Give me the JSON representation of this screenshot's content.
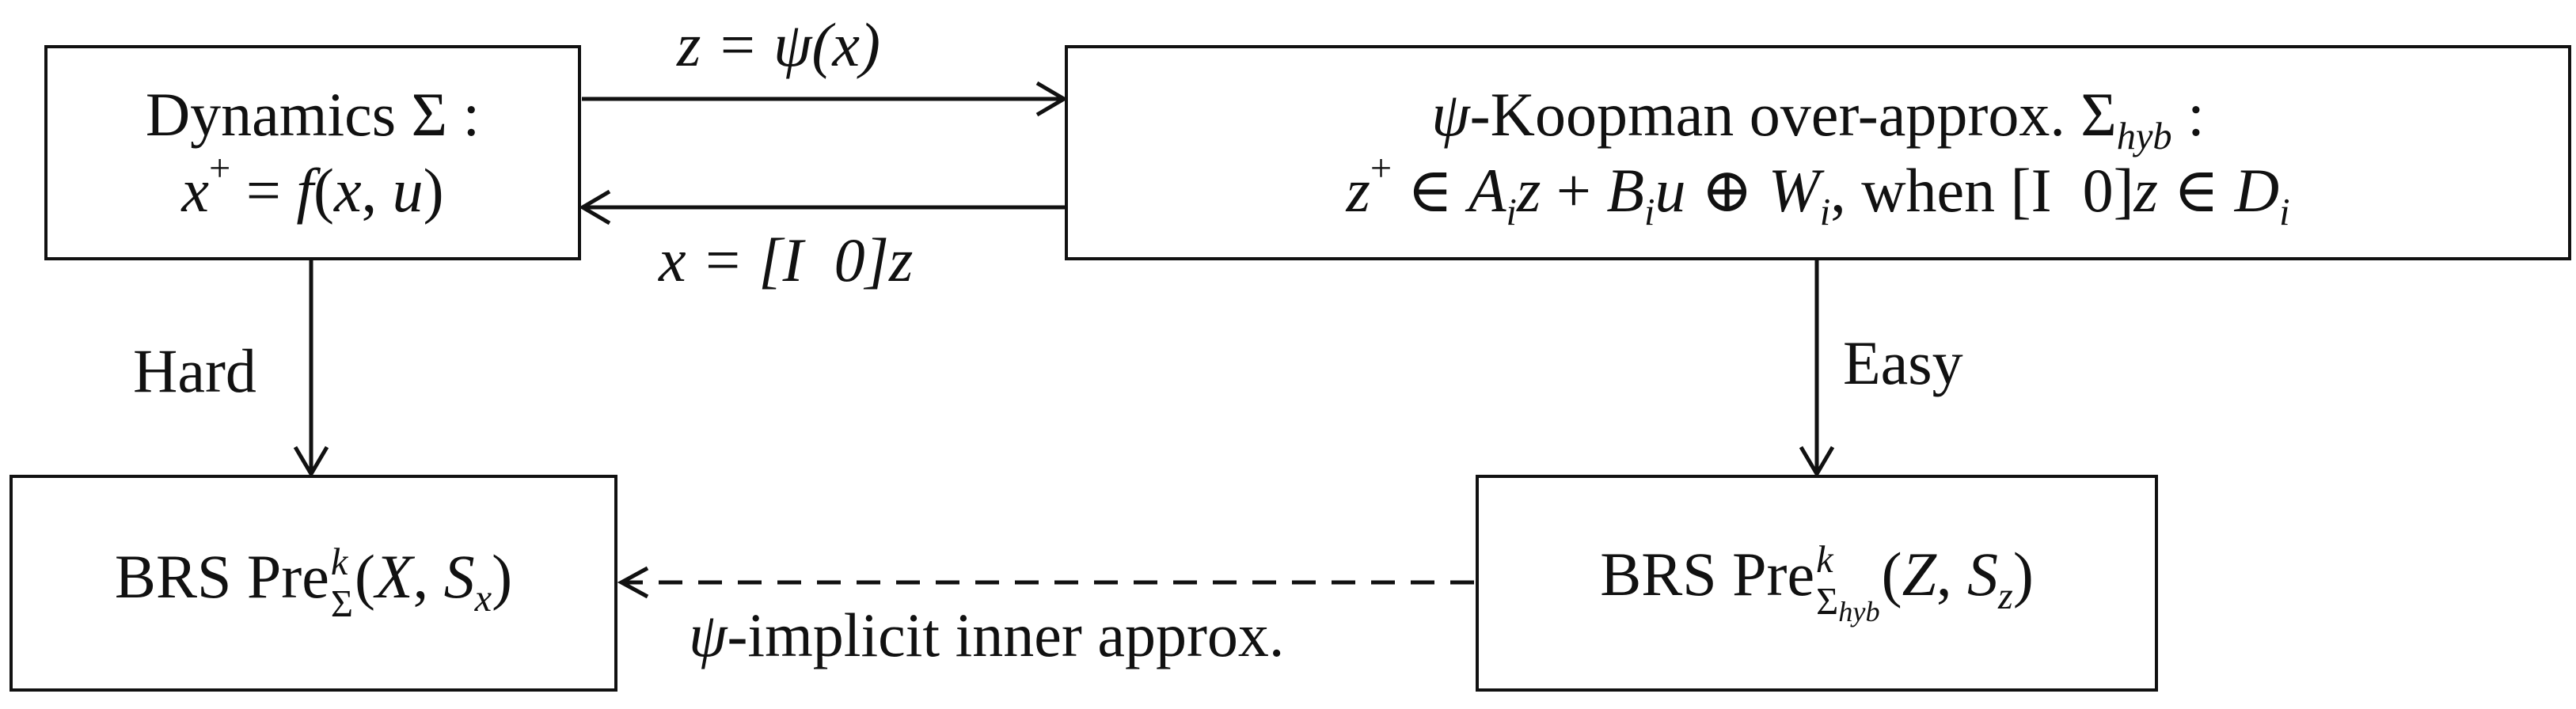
{
  "boxes": {
    "dynamics": {
      "line1": "Dynamics Σ :",
      "line2_parts": [
        "x",
        "+",
        " = ",
        "f",
        "(",
        "x",
        ", ",
        "u",
        ")"
      ]
    },
    "koopman": {
      "line1_prefix": "ψ",
      "line1_text": "-Koopman over-approx. ",
      "line1_sigma": "Σ",
      "line1_sub": "hyb",
      "line1_colon": " :",
      "line2_z": "z",
      "line2_sup": "+",
      "line2_in": " ∈ ",
      "line2_A": "A",
      "line2_i1": "i",
      "line2_z2": "z",
      "line2_plus": " + ",
      "line2_B": "B",
      "line2_i2": "i",
      "line2_u": "u",
      "line2_oplus": " ⊕ ",
      "line2_W": "W",
      "line2_i3": "i",
      "line2_when": ", when ",
      "line2_bracket": "[I  0]",
      "line2_z3": "z",
      "line2_in2": " ∈ ",
      "line2_D": "D",
      "line2_i4": "i"
    },
    "brs_left": {
      "prefix": "BRS Pre",
      "sup": "k",
      "sub": "Σ",
      "args_open": "(",
      "X": "X",
      "comma": ", ",
      "S": "S",
      "S_sub": "x",
      "args_close": ")"
    },
    "brs_right": {
      "prefix": "BRS Pre",
      "sup": "k",
      "sub": "Σ",
      "sub_sub": "hyb",
      "args_open": "(",
      "Z": "Z",
      "comma": ", ",
      "S": "S",
      "S_sub": "z",
      "args_close": ")"
    }
  },
  "edges": {
    "lift_label": "z = ψ(x)",
    "project_label": "x = [I  0]z",
    "hard_label": "Hard",
    "easy_label": "Easy",
    "inner_label_psi": "ψ",
    "inner_label_text": "-implicit inner approx."
  }
}
